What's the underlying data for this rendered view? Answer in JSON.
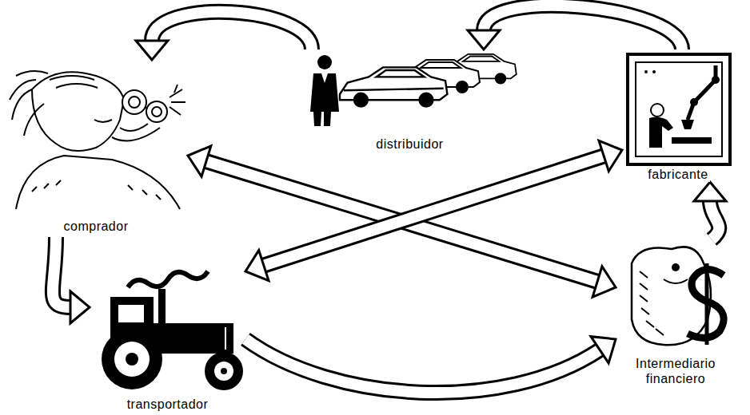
{
  "diagram": {
    "nodes": [
      {
        "text": [
          "distribuidor"
        ]
      },
      {
        "text": [
          "fabricante"
        ]
      },
      {
        "text": [
          "comprador"
        ]
      },
      {
        "text": [
          "transportador"
        ]
      },
      {
        "text": [
          "Intermediario financiero"
        ]
      }
    ],
    "edges": [
      {
        "from": 1,
        "to": 0,
        "arrow": "to"
      },
      {
        "from": 0,
        "to": 2,
        "arrow": "to"
      },
      {
        "from": 2,
        "to": 3,
        "arrow": "to"
      },
      {
        "from": 3,
        "to": 4,
        "arrow": "to"
      },
      {
        "from": 4,
        "to": 1,
        "arrow": "to"
      },
      {
        "from": 2,
        "to": 4,
        "arrow": "both"
      },
      {
        "from": 1,
        "to": 3,
        "arrow": "both"
      }
    ]
  }
}
